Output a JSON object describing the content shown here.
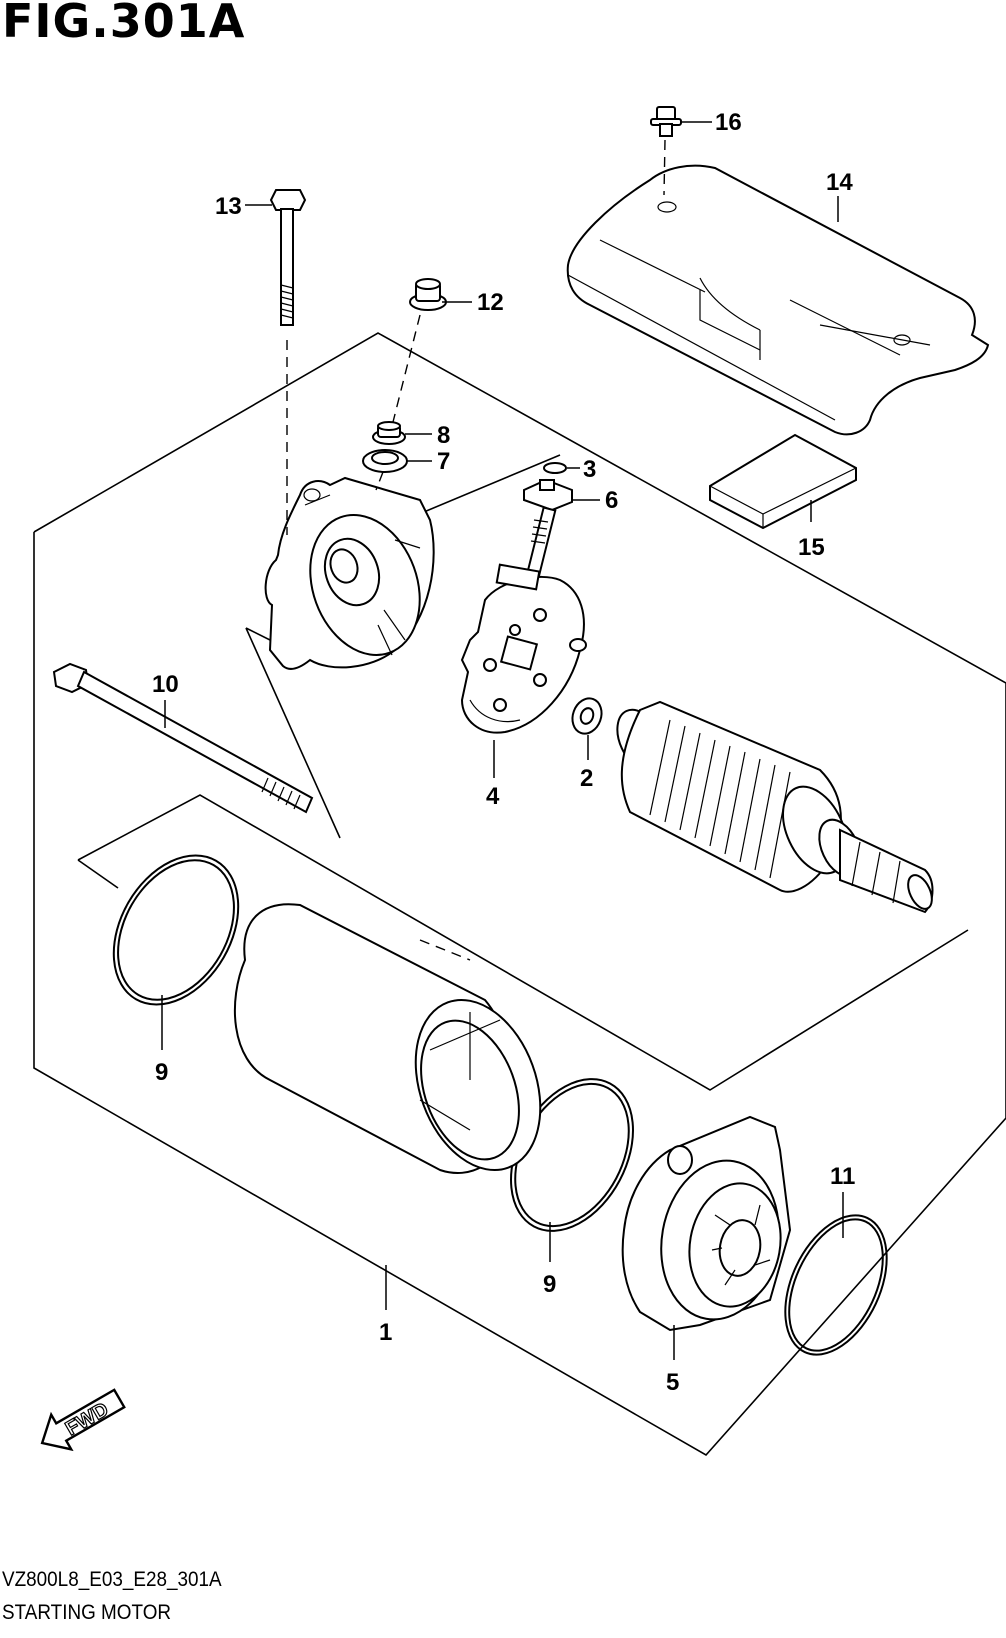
{
  "figure": {
    "title": "FIG.301A",
    "code": "VZ800L8_E03_E28_301A",
    "caption": "STARTING MOTOR"
  },
  "callouts": {
    "c1": "1",
    "c2": "2",
    "c3": "3",
    "c4": "4",
    "c5": "5",
    "c6": "6",
    "c7": "7",
    "c8": "8",
    "c9a": "9",
    "c9b": "9",
    "c10": "10",
    "c11": "11",
    "c12": "12",
    "c13": "13",
    "c14": "14",
    "c15": "15",
    "c16": "16"
  },
  "direction_badge": {
    "label": "FWD"
  }
}
